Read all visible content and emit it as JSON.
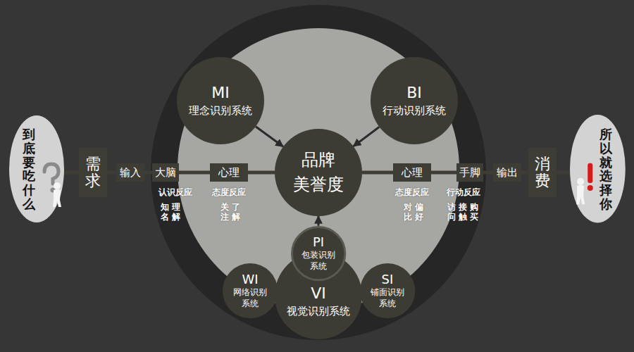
{
  "diagram": {
    "nodes": [
      {
        "text": [
          "到底要吃什么"
        ]
      },
      {
        "text": [
          "需求"
        ]
      },
      {
        "text": [
          "输入"
        ]
      },
      {
        "text": [
          "大脑"
        ]
      },
      {
        "text": [
          "心理"
        ]
      },
      {
        "text": [
          "MI",
          "理念识别系统"
        ]
      },
      {
        "text": [
          "品牌 美誉度"
        ]
      },
      {
        "text": [
          "BI",
          "行动识别系统"
        ]
      },
      {
        "text": [
          "心理"
        ]
      },
      {
        "text": [
          "手脚"
        ]
      },
      {
        "text": [
          "输出"
        ]
      },
      {
        "text": [
          "消费"
        ]
      },
      {
        "text": [
          "所以就选择你"
        ]
      },
      {
        "text": [
          "WI",
          "网络识别系统"
        ]
      },
      {
        "text": [
          "VI",
          "视觉识别系统"
        ]
      },
      {
        "text": [
          "PI",
          "包装识别系统"
        ]
      },
      {
        "text": [
          "SI",
          "铺面识别系统"
        ]
      }
    ],
    "edges": [
      {
        "from": 0,
        "to": 1,
        "arrow": "none"
      },
      {
        "from": 1,
        "to": 2,
        "arrow": "none"
      },
      {
        "from": 2,
        "to": 3,
        "arrow": "none"
      },
      {
        "from": 3,
        "to": 4,
        "arrow": "none"
      },
      {
        "from": 4,
        "to": 6,
        "arrow": "none"
      },
      {
        "from": 6,
        "to": 8,
        "arrow": "none"
      },
      {
        "from": 8,
        "to": 9,
        "arrow": "none"
      },
      {
        "from": 9,
        "to": 10,
        "arrow": "none"
      },
      {
        "from": 10,
        "to": 11,
        "arrow": "none"
      },
      {
        "from": 11,
        "to": 12,
        "arrow": "none"
      },
      {
        "from": 5,
        "to": 6,
        "arrow": "to"
      },
      {
        "from": 7,
        "to": 6,
        "arrow": "to"
      },
      {
        "from": 15,
        "to": 6,
        "arrow": "to"
      }
    ],
    "labels": [
      "认识反应",
      "知 理",
      "名 解",
      "态度反应",
      "关 了",
      "注 解",
      "态度反应",
      "对 偏",
      "比 好",
      "行动反应",
      "访 接 购",
      "问 触 买"
    ]
  }
}
